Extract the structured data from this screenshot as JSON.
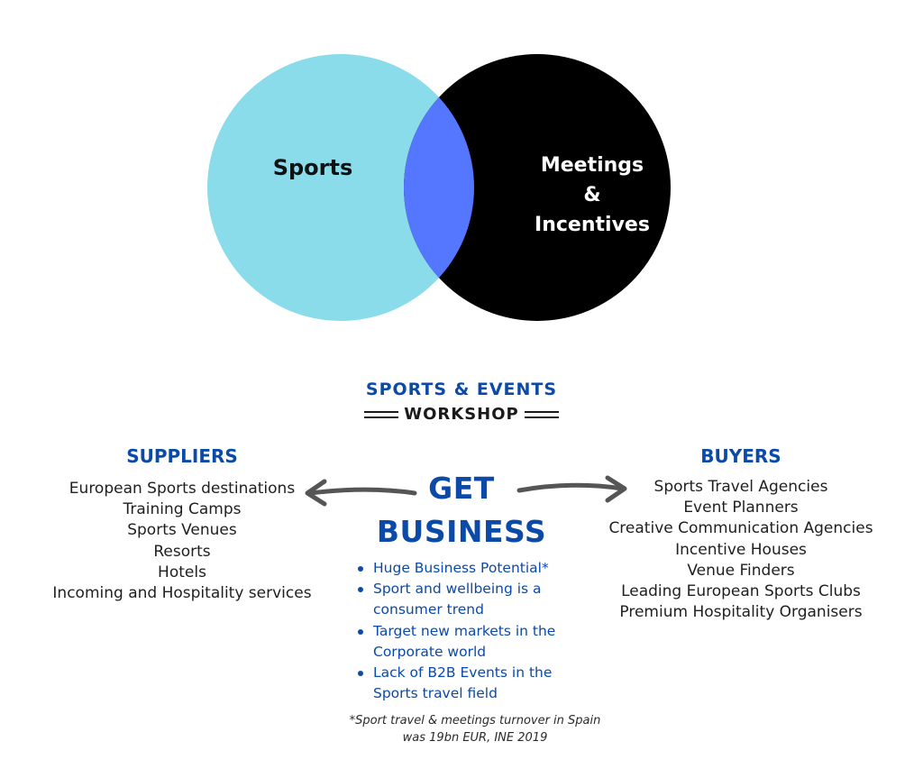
{
  "venn": {
    "left_label": "Sports",
    "right_label_lines": [
      "Meetings",
      "&",
      "Incentives"
    ],
    "colors": {
      "left_circle": "#8adcea",
      "right_circle": "#000000",
      "overlap": "#5577ff",
      "left_text": "#111111",
      "right_text": "#ffffff"
    }
  },
  "event": {
    "title": "SPORTS & EVENTS",
    "subtitle": "WORKSHOP"
  },
  "suppliers": {
    "title": "SUPPLIERS",
    "items": [
      "European Sports destinations",
      "Training Camps",
      "Sports Venues",
      "Resorts",
      "Hotels",
      "Incoming and Hospitality services"
    ]
  },
  "center": {
    "title_line1": "GET",
    "title_line2": "BUSINESS",
    "benefits": [
      "Huge Business Potential*",
      "Sport and wellbeing is a consumer trend",
      "Target new markets in the Corporate world",
      "Lack of B2B Events in the Sports travel field"
    ],
    "footnote": "*Sport travel & meetings  turnover in Spain was 19bn EUR, INE 2019"
  },
  "buyers": {
    "title": "BUYERS",
    "items": [
      "Sports Travel Agencies",
      "Event Planners",
      "Creative Communication Agencies",
      "Incentive Houses",
      "Venue Finders",
      "Leading European Sports Clubs",
      "Premium Hospitality Organisers"
    ]
  },
  "colors": {
    "accent_blue": "#0b4aa8",
    "arrow_gray": "#555555"
  }
}
